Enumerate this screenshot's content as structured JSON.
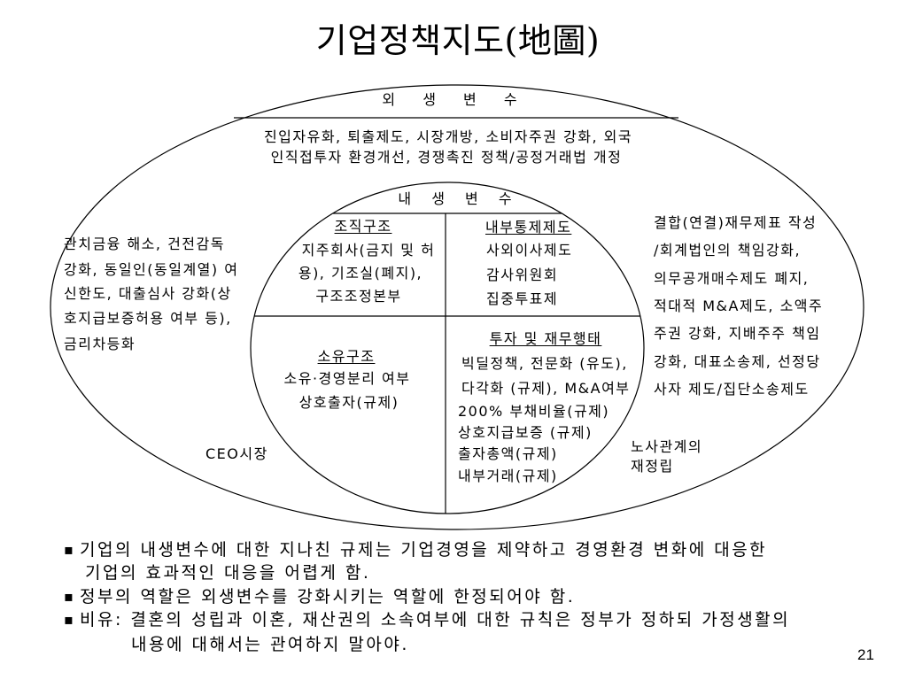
{
  "title": "기업정책지도(地圖)",
  "diagram": {
    "exogenous": {
      "label": "외 생 변 수",
      "policies": [
        "진입자유화, 퇴출제도, 시장개방, 소비자주권 강화, 외국",
        "인직접투자 환경개선, 경쟁촉진 정책/공정거래법 개정"
      ],
      "left_notes": [
        "관치금융 해소, 건전감독",
        "강화, 동일인(동일계열) 여",
        "신한도, 대출심사 강화(상",
        "호지급보증허용 여부 등),",
        "금리차등화"
      ],
      "right_notes": [
        "결합(연결)재무제표 작성",
        "/회계법인의 책임강화,",
        "의무공개매수제도 폐지,",
        "적대적 M&A제도, 소액주",
        "주권 강화, 지배주주 책임",
        "강화, 대표소송제, 선정당",
        "사자 제도/집단소송제도"
      ],
      "ceo_market": "CEO시장",
      "labor_relations": [
        "노사관계의",
        "재정립"
      ]
    },
    "endogenous": {
      "label": "내 생 변 수",
      "organization": {
        "heading": "조직구조",
        "lines": [
          "지주회사(금지 및 허",
          "용), 기조실(폐지),",
          "구조조정본부"
        ]
      },
      "internal_control": {
        "heading": "내부통제제도",
        "lines": [
          "사외이사제도",
          "감사위원회",
          "집중투표제"
        ]
      },
      "ownership": {
        "heading": "소유구조",
        "lines": [
          "소유·경영분리 여부",
          "상호출자(규제)"
        ]
      },
      "investment_finance": {
        "heading": "투자 및 재무행태",
        "lines": [
          "빅딜정책, 전문화 (유도),",
          "다각화 (규제), M&A여부",
          "200% 부채비율(규제)",
          "상호지급보증 (규제)",
          "출자총액(규제)",
          "내부거래(규제)"
        ]
      }
    }
  },
  "bullet_marker": "▪",
  "bullets": [
    {
      "lines": [
        "기업의 내생변수에 대한 지나친 규제는 기업경영을 제약하고 경영환경 변화에 대응한",
        "기업의 효과적인 대응을 어렵게 함."
      ]
    },
    {
      "lines": [
        "정부의 역할은 외생변수를 강화시키는 역할에 한정되어야 함."
      ]
    },
    {
      "lines": [
        "비유: 결혼의 성립과 이혼, 재산권의 소속여부에 대한 규칙은 정부가 정하되 가정생활의",
        "내용에 대해서는 관여하지 말아야."
      ]
    }
  ],
  "page_number": "21"
}
